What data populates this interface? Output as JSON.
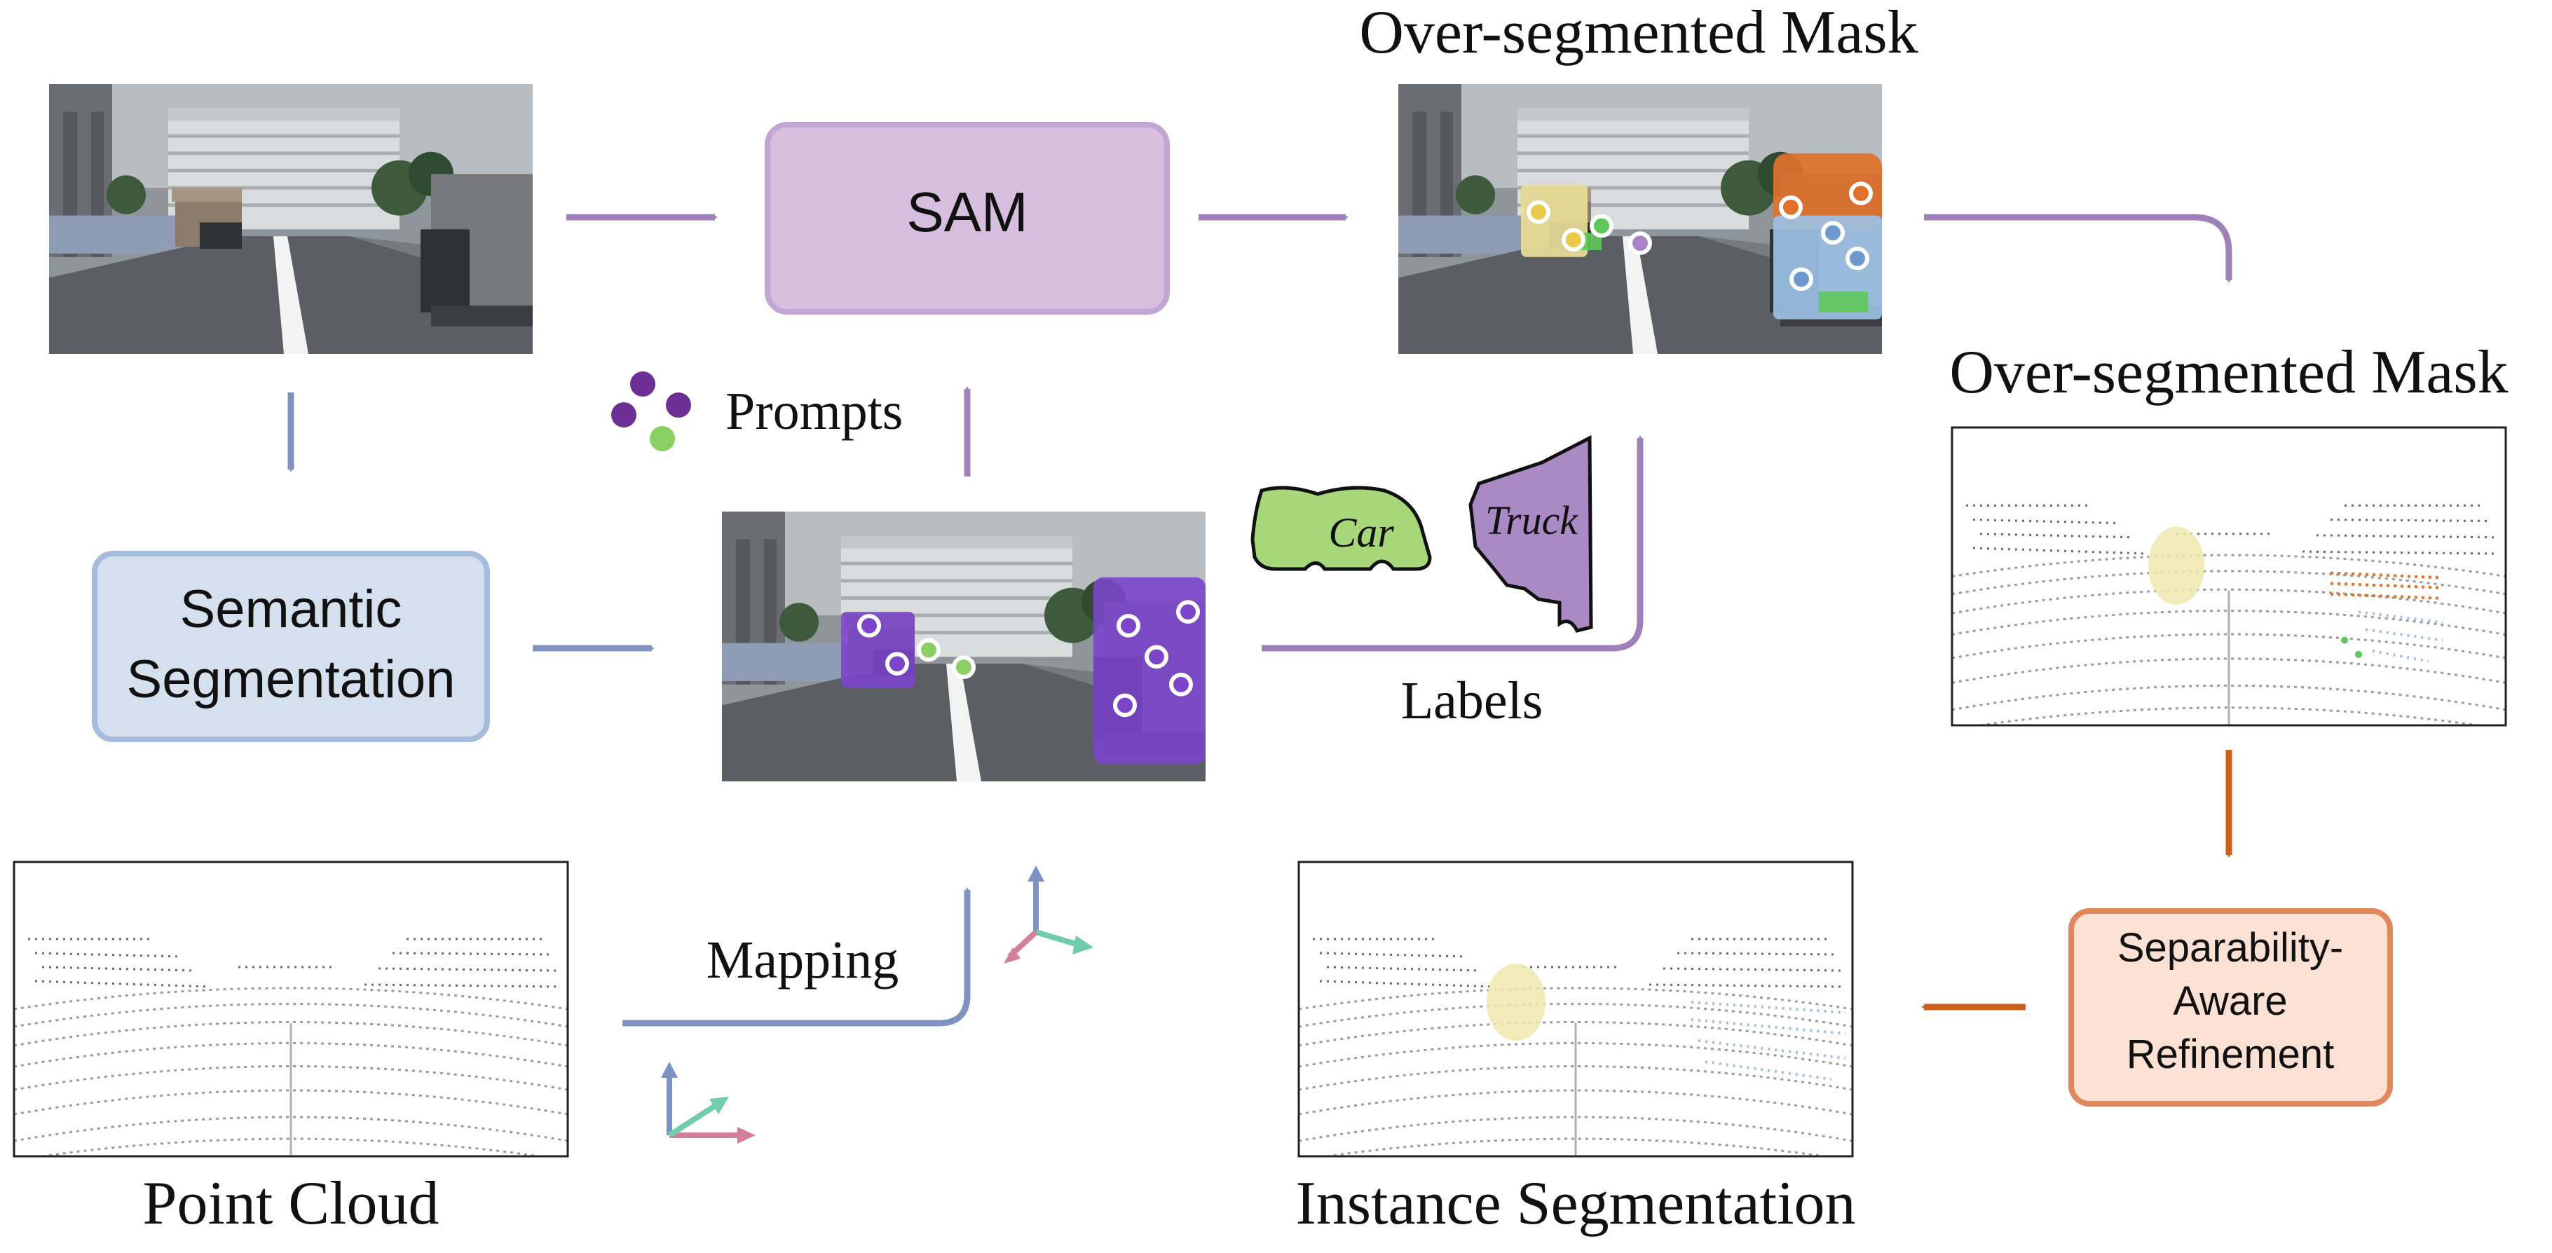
{
  "labels": {
    "sam": "SAM",
    "prompts": "Prompts",
    "semantic_line1": "Semantic",
    "semantic_line2": "Segmentation",
    "labels": "Labels",
    "car": "Car",
    "truck": "Truck",
    "over_seg_mask_top": "Over-segmented Mask",
    "over_seg_mask_right": "Over-segmented Mask",
    "refine_line1": "Separability-",
    "refine_line2": "Aware",
    "refine_line3": "Refinement",
    "mapping": "Mapping",
    "point_cloud": "Point Cloud",
    "instance_segmentation": "Instance Segmentation"
  },
  "colors": {
    "purple_arrow": "#9f80b8",
    "blue_arrow": "#7f93c1",
    "orange_arrow": "#cf5f1d",
    "sam_fill": "#d6bfde",
    "sam_stroke": "#c3a6d4",
    "semantic_fill": "#d5e0ee",
    "semantic_stroke": "#a6bcdc",
    "refine_fill": "#fbe1d3",
    "refine_stroke": "#e0875b",
    "car_fill": "#a6d779",
    "truck_fill": "#a98ac5",
    "instance_purple": "#7a45c9",
    "prompt_purple": "#6d2f94",
    "prompt_green": "#89cf64",
    "mask_yellow": "#e8dd98",
    "mask_orange": "#e0712b",
    "mask_blue": "#9cc0e3",
    "mask_green": "#5fc85a",
    "axis_blue": "#7d93c8",
    "axis_green": "#6fcdaa",
    "axis_pink": "#d37f9b"
  },
  "icons": [
    "camera-image",
    "sam-box",
    "prompt-dots-icon",
    "car-label-icon",
    "truck-label-icon",
    "coordinate-axes-icon",
    "lidar-point-cloud"
  ]
}
